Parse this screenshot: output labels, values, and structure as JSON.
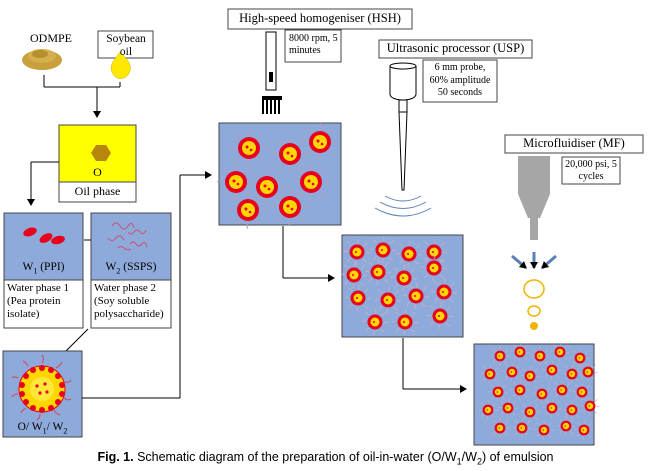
{
  "ingredients": {
    "odmpe": "ODMPE",
    "soybean_oil": "Soybean oil"
  },
  "oil_phase": {
    "letter": "O",
    "label": "Oil phase"
  },
  "water_phase_1": {
    "w_label": "W",
    "w_sub": "1",
    "w_suffix": " (PPI)",
    "desc": "Water phase 1 (Pea protein isolate)"
  },
  "water_phase_2": {
    "w_label": "W",
    "w_sub": "2",
    "w_suffix": " (SSPS)",
    "desc": "Water phase 2 (Soy soluble polysaccharide)"
  },
  "combined_label": {
    "o": "O/ W",
    "sub1": "1",
    "mid": "/ W",
    "sub2": "2"
  },
  "hsh": {
    "title": "High-speed homogeniser (HSH)",
    "settings": "8000 rpm, 5 minutes"
  },
  "usp": {
    "title": "Ultrasonic processor (USP)",
    "settings": "6 mm probe, 60% amplitude 50 seconds"
  },
  "mf": {
    "title": "Microfluidiser (MF)",
    "settings": "20,000 psi, 5 cycles"
  },
  "caption": {
    "fig": "Fig. 1.",
    "text_a": " Schematic diagram of the preparation of oil-in-water (O/W",
    "sub1": "1",
    "text_b": "/W",
    "sub2": "2",
    "text_c": ") of emulsion"
  },
  "colors": {
    "panel_blue": "#8eaadb",
    "oil_yellow": "#ffff00",
    "droplet_red": "#e8001c",
    "droplet_yellow": "#ffd700",
    "hexagon": "#b8860b",
    "soybean_drop": "#ffe800",
    "grey_device": "#a6a6a6"
  }
}
